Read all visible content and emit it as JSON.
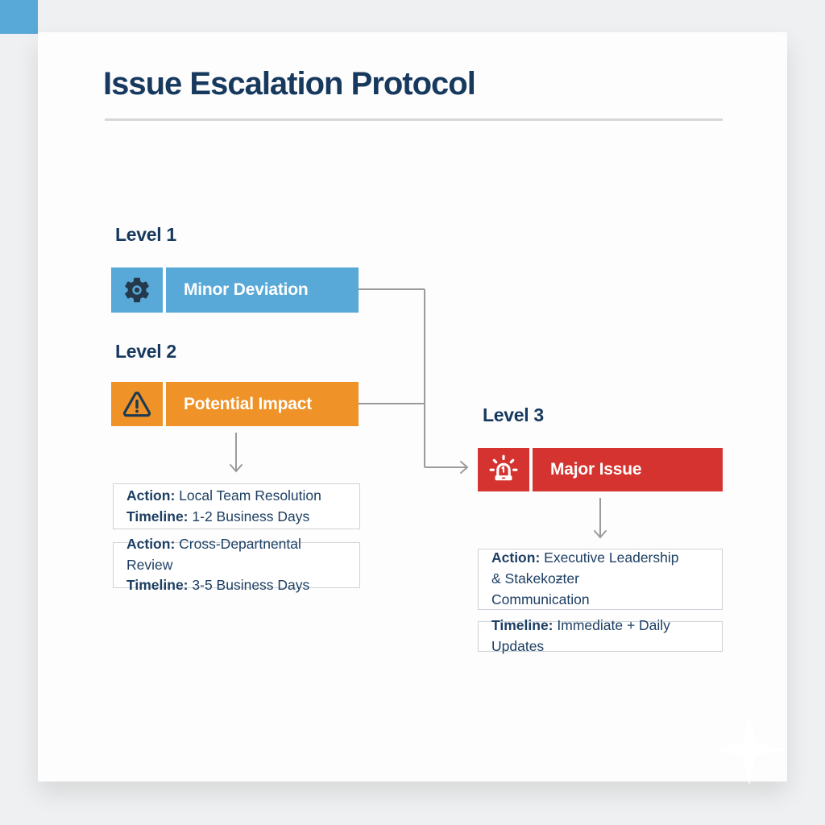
{
  "page": {
    "title": "Issue Escalation Protocol"
  },
  "colors": {
    "accent_blue": "#58a8d8",
    "level1_blue": "#58a8d8",
    "level2_orange": "#ef9227",
    "level3_red": "#d5332f",
    "heading_navy": "#16395d",
    "body_navy": "#1d3f63",
    "icon_navy": "#24394c",
    "connector_gray": "#9b9b9b",
    "divider_gray": "#d7d7d7"
  },
  "levels": [
    {
      "label": "Level 1",
      "name": "Minor Deviation",
      "icon": "gear-icon",
      "color": "#58a8d8"
    },
    {
      "label": "Level 2",
      "name": "Potential Impact",
      "icon": "warning-triangle-icon",
      "color": "#ef9227"
    },
    {
      "label": "Level 3",
      "name": "Major Issue",
      "icon": "siren-icon",
      "color": "#d5332f"
    }
  ],
  "details": {
    "level1": {
      "action_label": "Action:",
      "action": "Local Team Resolution",
      "timeline_label": "Timeline:",
      "timeline": "1-2 Business Days"
    },
    "level2": {
      "action_label": "Action:",
      "action": "Cross-Departnental Review",
      "timeline_label": "Timeline:",
      "timeline": "3-5 Business Days"
    },
    "level3": {
      "action_label": "Action:",
      "action_line1": "Executive Leadership",
      "action_line2": "& Stakekoƶter",
      "action_line3": "Communication",
      "timeline_label": "Timeline:",
      "timeline": "Immediate + Daily Updates"
    }
  }
}
